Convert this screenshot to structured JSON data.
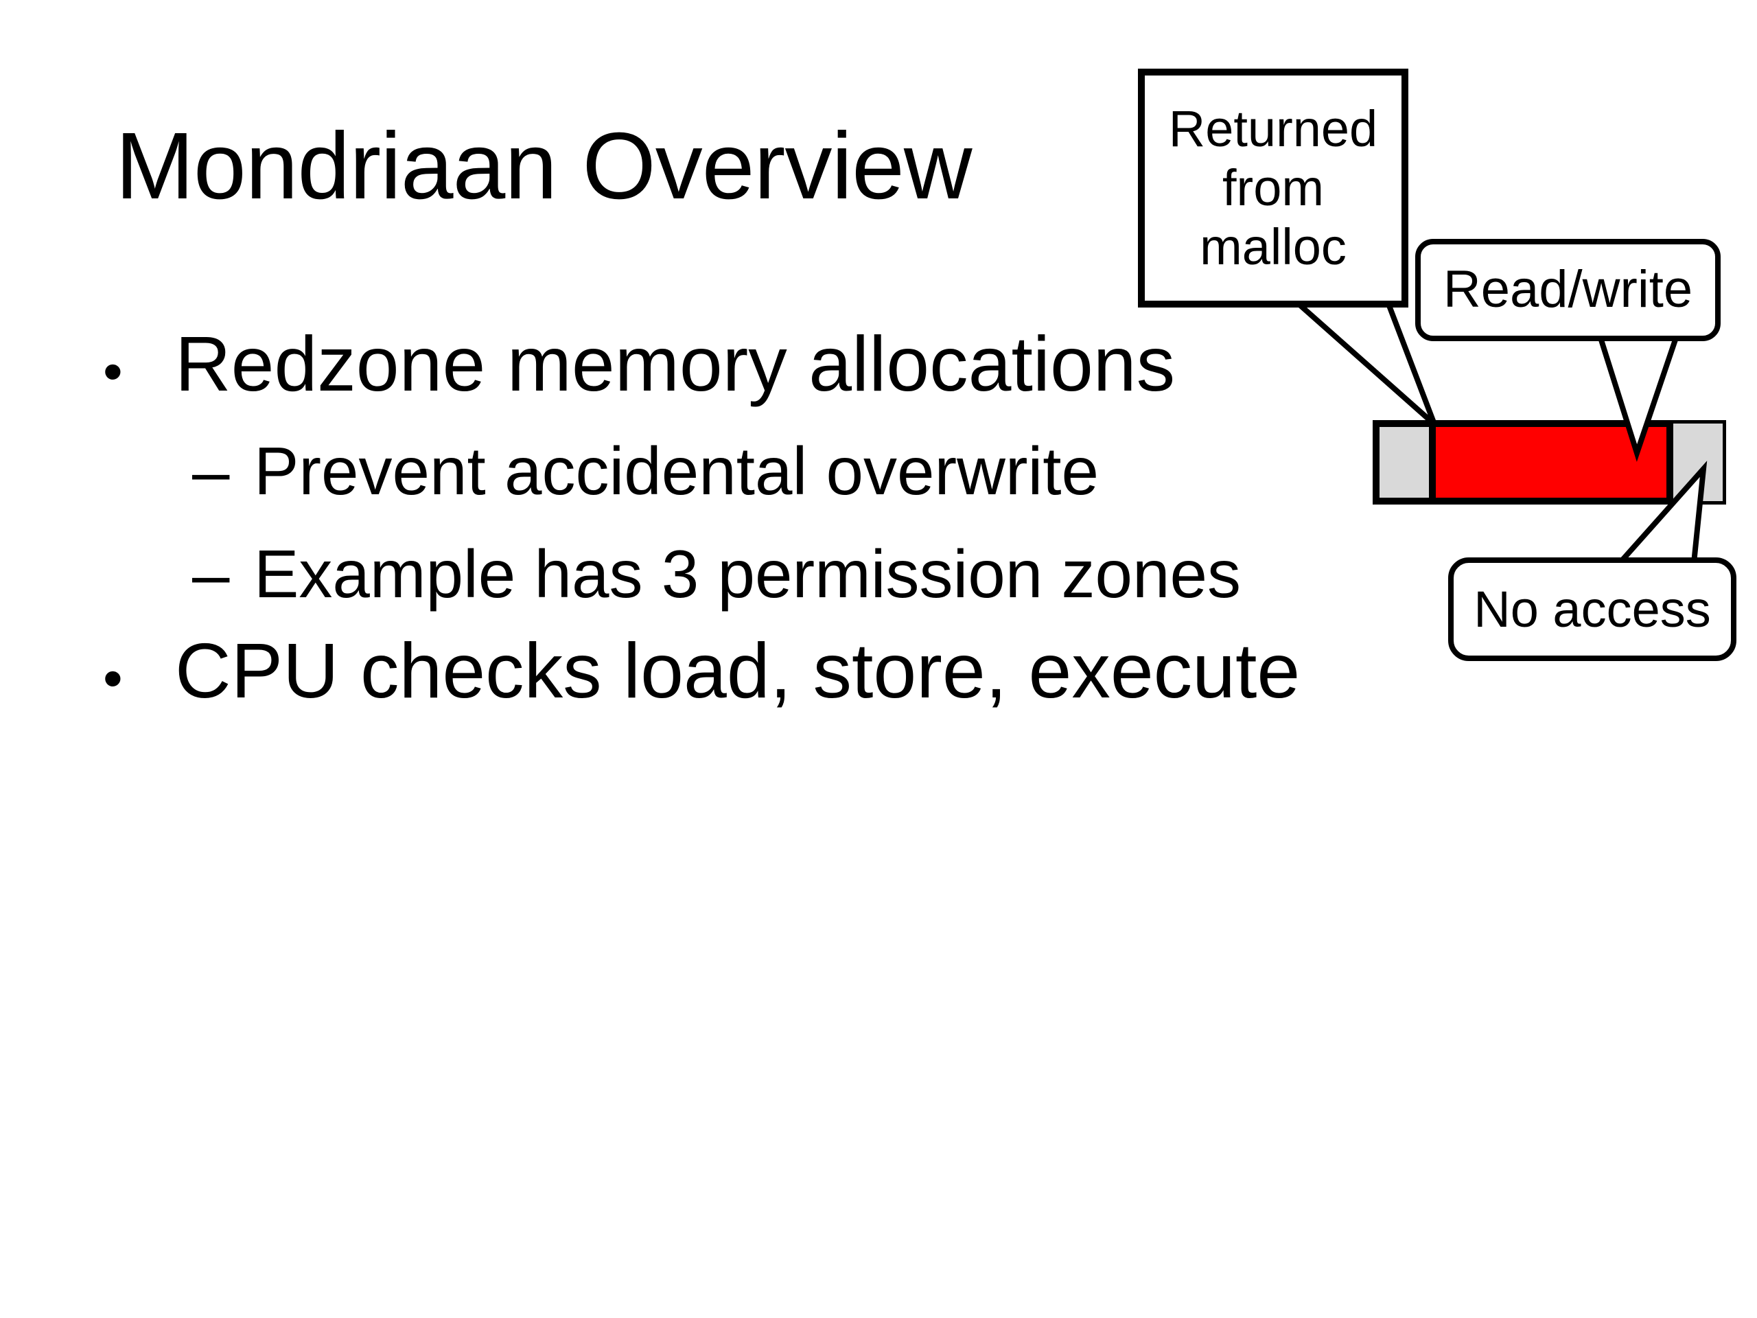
{
  "slide": {
    "title": "Mondriaan Overview",
    "bullets": [
      {
        "level": 1,
        "marker": "•",
        "text": "Redzone memory allocations"
      },
      {
        "level": 2,
        "marker": "–",
        "text": "Prevent accidental overwrite"
      },
      {
        "level": 2,
        "marker": "–",
        "text": "Example has 3 permission zones"
      },
      {
        "level": 1,
        "marker": "•",
        "text": "CPU checks load, store, execute"
      }
    ]
  },
  "diagram": {
    "callouts": {
      "malloc": {
        "lines": [
          "Returned",
          "from",
          "malloc"
        ]
      },
      "read_write": {
        "label": "Read/write"
      },
      "no_access": {
        "label": "No access"
      }
    },
    "memory_bar": {
      "zone_count": 3,
      "zone_colors": [
        "#d9d9d9",
        "#ff0000",
        "#d9d9d9"
      ],
      "outline_color": "#000000"
    }
  }
}
